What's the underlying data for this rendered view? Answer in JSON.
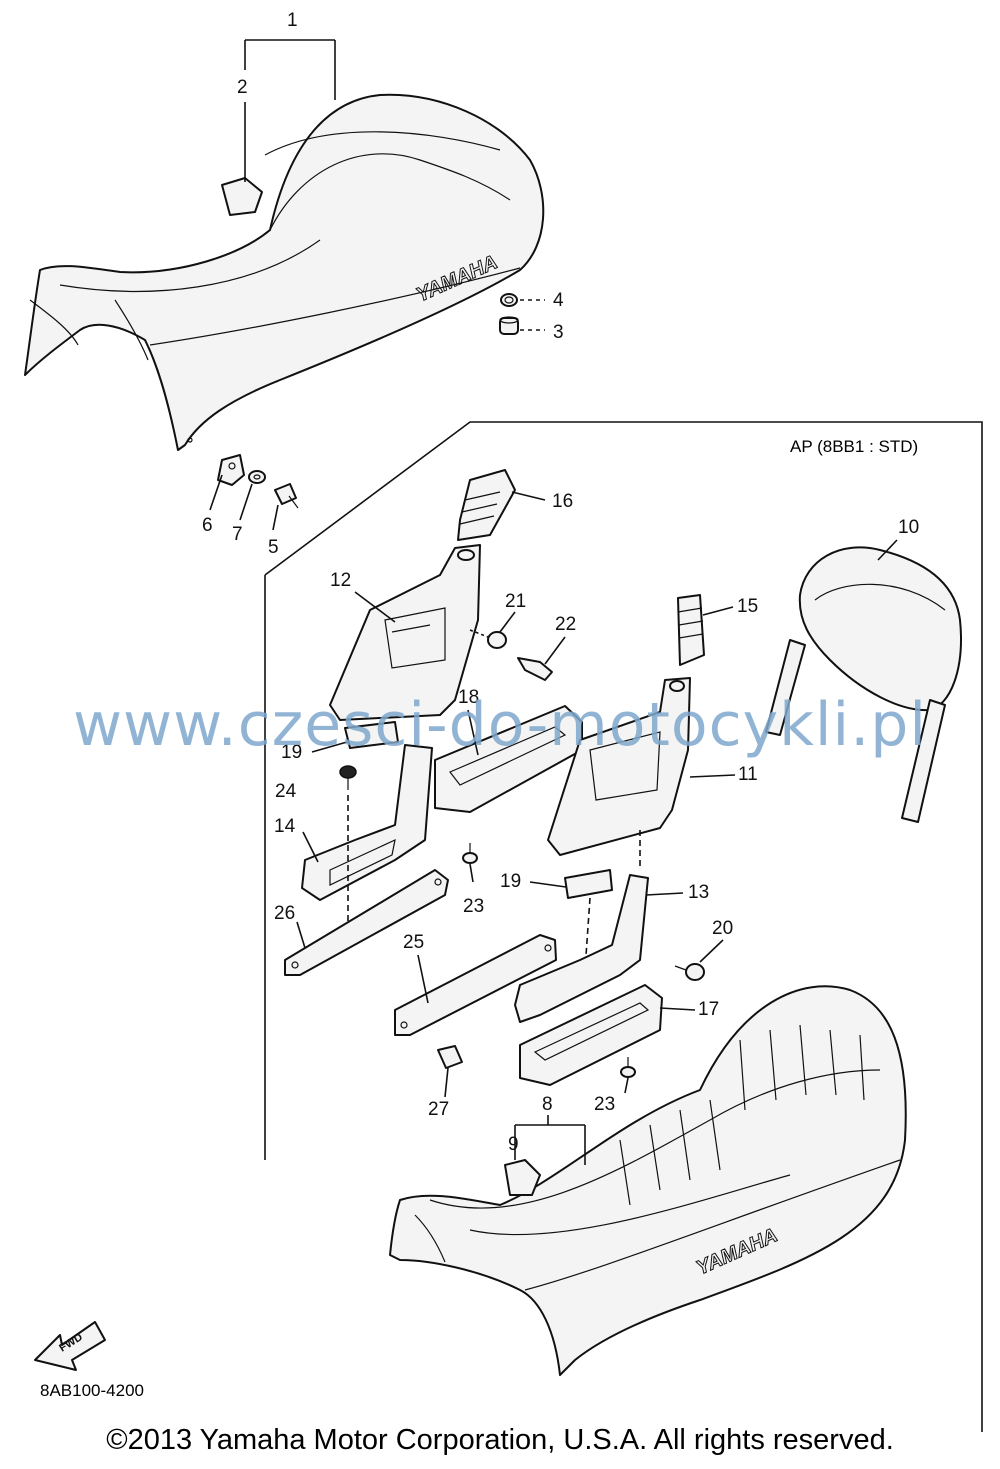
{
  "variant_label": "AP (8BB1 : STD)",
  "diagram_code": "8AB100-4200",
  "watermark": "www.czesci-do-motocykli.pl",
  "copyright": "©2013 Yamaha Motor Corporation, U.S.A. All rights reserved.",
  "seat_brand": "YAMAHA",
  "fwd_label": "FWD",
  "callouts": {
    "c1": "1",
    "c2": "2",
    "c3": "3",
    "c4": "4",
    "c5": "5",
    "c6": "6",
    "c7": "7",
    "c8": "8",
    "c9": "9",
    "c10": "10",
    "c11": "11",
    "c12": "12",
    "c13": "13",
    "c14": "14",
    "c15": "15",
    "c16": "16",
    "c17": "17",
    "c18": "18",
    "c19a": "19",
    "c19b": "19",
    "c20": "20",
    "c21": "21",
    "c22": "22",
    "c23a": "23",
    "c23b": "23",
    "c24": "24",
    "c25": "25",
    "c26": "26",
    "c27": "27"
  }
}
